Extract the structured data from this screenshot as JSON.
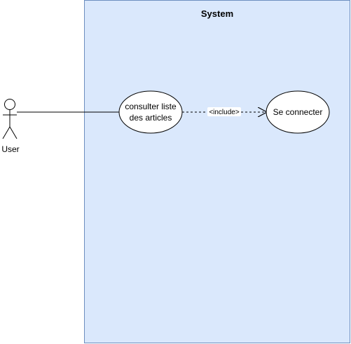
{
  "colors": {
    "system_fill": "#dae8fc",
    "system_stroke": "#6c8ebf",
    "line": "#000000",
    "usecase_fill": "#ffffff"
  },
  "diagram": {
    "system": {
      "title": "System"
    },
    "actor": {
      "label": "User"
    },
    "usecases": [
      {
        "line1": "consulter liste",
        "line2": "des articles"
      },
      {
        "label": "Se connecter"
      }
    ],
    "relations": [
      {
        "type": "include",
        "label": "<include>"
      }
    ]
  }
}
